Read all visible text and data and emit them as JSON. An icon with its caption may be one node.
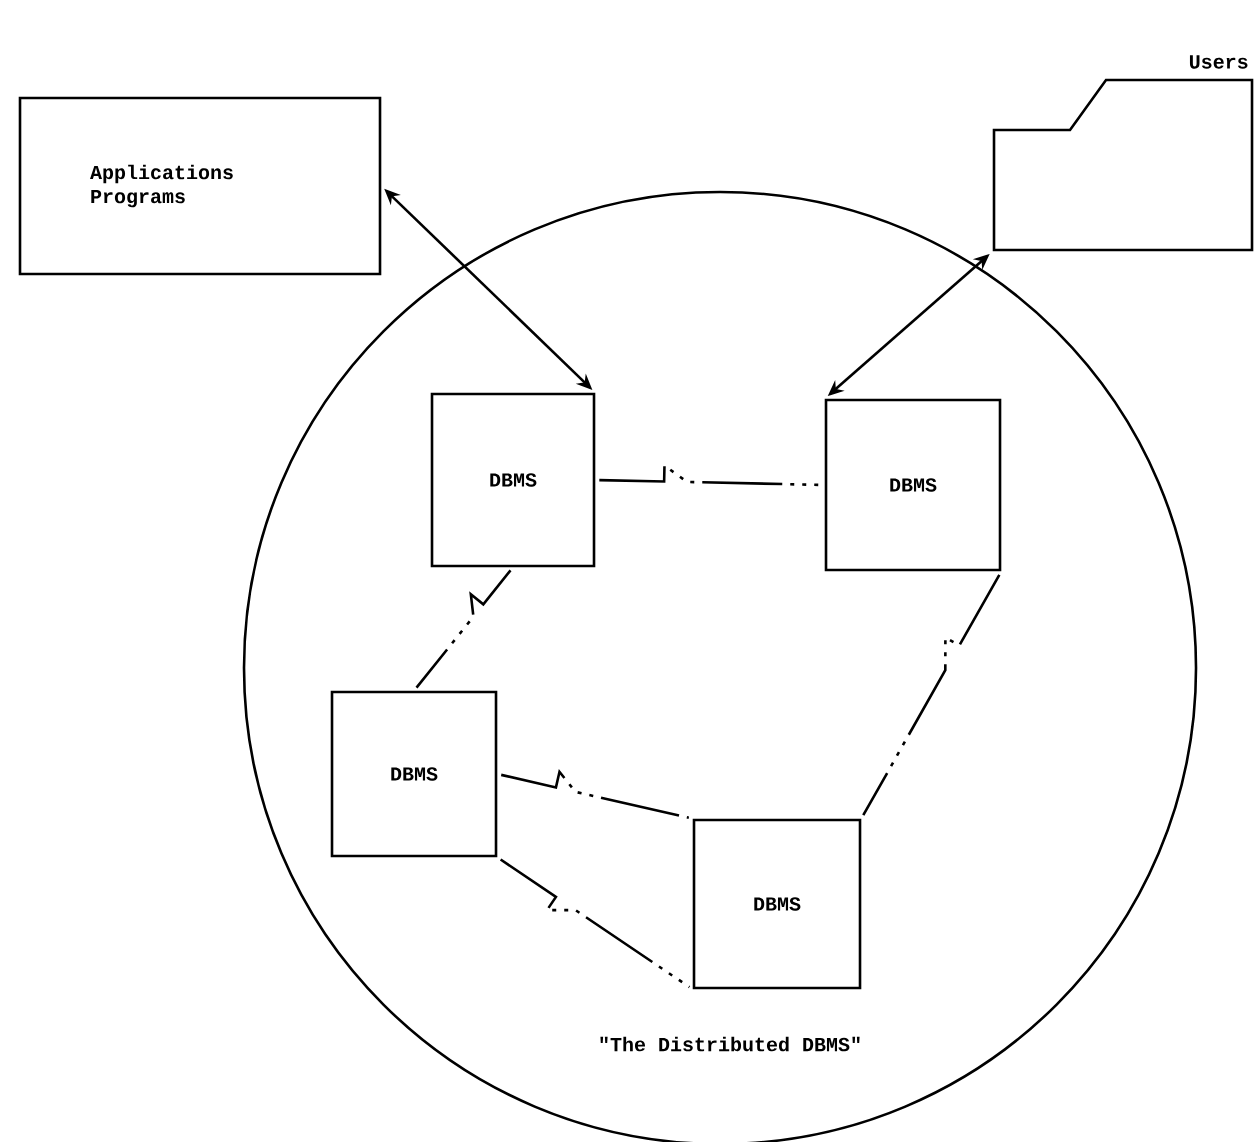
{
  "diagram": {
    "nodes": [
      {
        "text": [
          "\"The Distributed DBMS\""
        ]
      },
      {
        "text": [
          "Applications Programs"
        ]
      },
      {
        "text": [
          "Users"
        ]
      },
      {
        "text": [
          "DBMS"
        ],
        "in": 0
      },
      {
        "text": [
          "DBMS"
        ],
        "in": 0
      },
      {
        "text": [
          "DBMS"
        ],
        "in": 0
      },
      {
        "text": [
          "DBMS"
        ],
        "in": 0
      }
    ],
    "edges": [
      {
        "from": 1,
        "to": 3,
        "arrow": "both"
      },
      {
        "from": 2,
        "to": 4,
        "arrow": "both"
      },
      {
        "from": 3,
        "to": 4,
        "arrow": "none",
        "style": "dashed"
      },
      {
        "from": 3,
        "to": 5,
        "arrow": "none",
        "style": "dashed"
      },
      {
        "from": 5,
        "to": 6,
        "arrow": "none",
        "style": "dashed"
      },
      {
        "from": 5,
        "to": 6,
        "arrow": "none",
        "style": "dashed"
      },
      {
        "from": 4,
        "to": 6,
        "arrow": "none",
        "style": "dashed"
      }
    ]
  }
}
